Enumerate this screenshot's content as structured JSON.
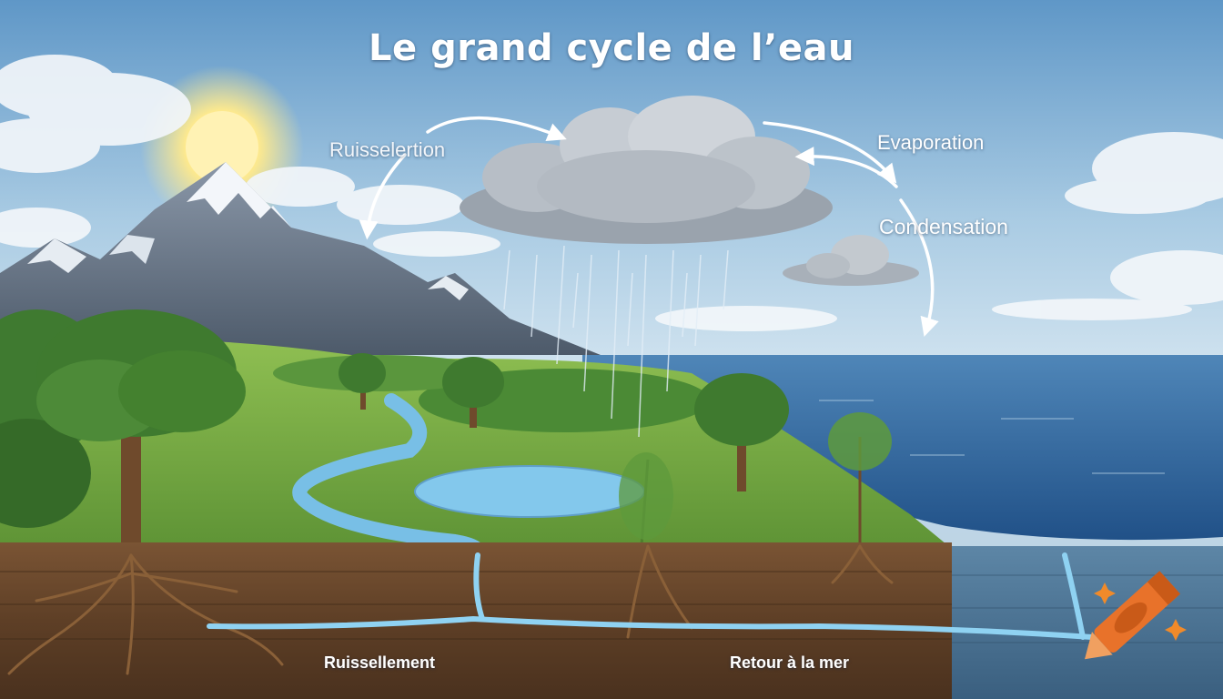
{
  "title": "Le grand cycle de l’eau",
  "labels": {
    "top_left": "Ruisselertion",
    "evaporation": "Evaporation",
    "condensation": "Condensation",
    "bottom_left": "Ruissellement",
    "bottom_right": "Retour à la mer"
  },
  "icons": [
    "sun-icon",
    "cloud-icon",
    "rain-icon",
    "arrow-icon",
    "crayon-icon",
    "sparkle-icon"
  ],
  "colors": {
    "sky": "#7fb0d6",
    "sea": "#2f639a",
    "grass": "#7fb046",
    "soil": "#6b4a2e",
    "water": "#8fd0ee",
    "crayon": "#e8722a"
  }
}
